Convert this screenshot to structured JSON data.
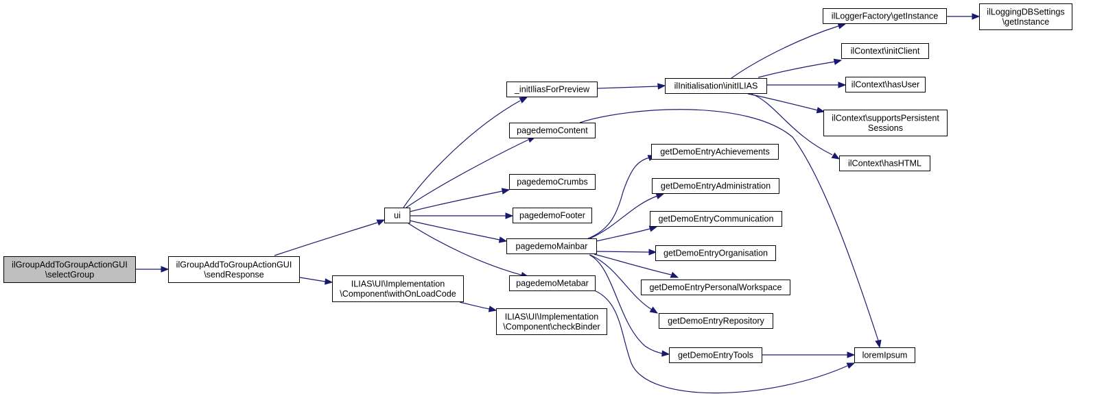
{
  "colors": {
    "edge": "#191970",
    "node_fill": "#ffffff",
    "highlight_fill": "#bfbfbf",
    "border": "#000000"
  },
  "nodes": [
    {
      "id": "selectGroup",
      "lines": [
        "ilGroupAddToGroupActionGUI",
        "\\selectGroup"
      ],
      "highlight": true
    },
    {
      "id": "sendResponse",
      "lines": [
        "ilGroupAddToGroupActionGUI",
        "\\sendResponse"
      ]
    },
    {
      "id": "withOnLoadCode",
      "lines": [
        "ILIAS\\UI\\Implementation",
        "\\Component\\withOnLoadCode"
      ]
    },
    {
      "id": "checkBinder",
      "lines": [
        "ILIAS\\UI\\Implementation",
        "\\Component\\checkBinder"
      ]
    },
    {
      "id": "ui",
      "lines": [
        "ui"
      ]
    },
    {
      "id": "initIliasForPreview",
      "lines": [
        "_initIliasForPreview"
      ]
    },
    {
      "id": "pagedemoContent",
      "lines": [
        "pagedemoContent"
      ]
    },
    {
      "id": "pagedemoCrumbs",
      "lines": [
        "pagedemoCrumbs"
      ]
    },
    {
      "id": "pagedemoFooter",
      "lines": [
        "pagedemoFooter"
      ]
    },
    {
      "id": "pagedemoMainbar",
      "lines": [
        "pagedemoMainbar"
      ]
    },
    {
      "id": "pagedemoMetabar",
      "lines": [
        "pagedemoMetabar"
      ]
    },
    {
      "id": "initILIAS",
      "lines": [
        "ilInitialisation\\initILIAS"
      ]
    },
    {
      "id": "loggerGetInstance",
      "lines": [
        "ilLoggerFactory\\getInstance"
      ]
    },
    {
      "id": "loggingDBGetInstance",
      "lines": [
        "ilLoggingDBSettings",
        "\\getInstance"
      ]
    },
    {
      "id": "initClient",
      "lines": [
        "ilContext\\initClient"
      ]
    },
    {
      "id": "hasUser",
      "lines": [
        "ilContext\\hasUser"
      ]
    },
    {
      "id": "supportsPersistentSessions",
      "lines": [
        "ilContext\\supportsPersistent",
        "Sessions"
      ]
    },
    {
      "id": "hasHTML",
      "lines": [
        "ilContext\\hasHTML"
      ]
    },
    {
      "id": "achievements",
      "lines": [
        "getDemoEntryAchievements"
      ]
    },
    {
      "id": "administration",
      "lines": [
        "getDemoEntryAdministration"
      ]
    },
    {
      "id": "communication",
      "lines": [
        "getDemoEntryCommunication"
      ]
    },
    {
      "id": "organisation",
      "lines": [
        "getDemoEntryOrganisation"
      ]
    },
    {
      "id": "personalWorkspace",
      "lines": [
        "getDemoEntryPersonalWorkspace"
      ]
    },
    {
      "id": "repository",
      "lines": [
        "getDemoEntryRepository"
      ]
    },
    {
      "id": "tools",
      "lines": [
        "getDemoEntryTools"
      ]
    },
    {
      "id": "loremIpsum",
      "lines": [
        "loremIpsum"
      ]
    }
  ],
  "edges": [
    {
      "from": "selectGroup",
      "to": "sendResponse"
    },
    {
      "from": "sendResponse",
      "to": "ui"
    },
    {
      "from": "sendResponse",
      "to": "withOnLoadCode"
    },
    {
      "from": "withOnLoadCode",
      "to": "checkBinder"
    },
    {
      "from": "ui",
      "to": "initIliasForPreview"
    },
    {
      "from": "ui",
      "to": "pagedemoContent"
    },
    {
      "from": "ui",
      "to": "pagedemoCrumbs"
    },
    {
      "from": "ui",
      "to": "pagedemoFooter"
    },
    {
      "from": "ui",
      "to": "pagedemoMainbar"
    },
    {
      "from": "ui",
      "to": "pagedemoMetabar"
    },
    {
      "from": "initIliasForPreview",
      "to": "initILIAS"
    },
    {
      "from": "initILIAS",
      "to": "loggerGetInstance"
    },
    {
      "from": "initILIAS",
      "to": "initClient"
    },
    {
      "from": "initILIAS",
      "to": "hasUser"
    },
    {
      "from": "initILIAS",
      "to": "supportsPersistentSessions"
    },
    {
      "from": "initILIAS",
      "to": "hasHTML"
    },
    {
      "from": "loggerGetInstance",
      "to": "loggingDBGetInstance"
    },
    {
      "from": "pagedemoContent",
      "to": "loremIpsum"
    },
    {
      "from": "pagedemoMainbar",
      "to": "achievements"
    },
    {
      "from": "pagedemoMainbar",
      "to": "administration"
    },
    {
      "from": "pagedemoMainbar",
      "to": "communication"
    },
    {
      "from": "pagedemoMainbar",
      "to": "organisation"
    },
    {
      "from": "pagedemoMainbar",
      "to": "personalWorkspace"
    },
    {
      "from": "pagedemoMainbar",
      "to": "repository"
    },
    {
      "from": "pagedemoMainbar",
      "to": "tools"
    },
    {
      "from": "pagedemoMetabar",
      "to": "loremIpsum"
    },
    {
      "from": "tools",
      "to": "loremIpsum"
    }
  ]
}
